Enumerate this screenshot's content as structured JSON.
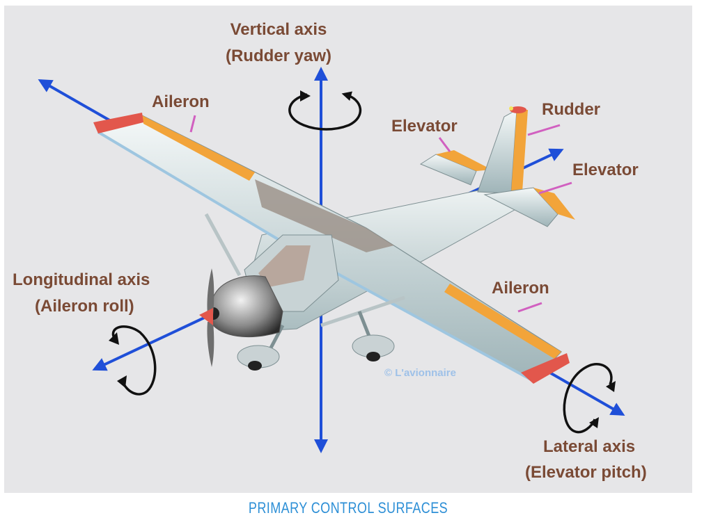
{
  "labels": {
    "vertical_axis": "Vertical axis",
    "vertical_axis_sub": "(Rudder yaw)",
    "aileron_left": "Aileron",
    "aileron_right": "Aileron",
    "elevator_left": "Elevator",
    "elevator_right": "Elevator",
    "rudder": "Rudder",
    "longitudinal_axis": "Longitudinal axis",
    "longitudinal_axis_sub": "(Aileron roll)",
    "lateral_axis": "Lateral axis",
    "lateral_axis_sub": "(Elevator pitch)"
  },
  "watermark": "© L'avionnaire",
  "caption": "PRIMARY CONTROL SURFACES",
  "colors": {
    "axis": "#1f4fd8",
    "label_text": "#7a4a35",
    "leader_line": "#d160c0",
    "control_surface": "#f2a43a",
    "caption": "#2d8fd6",
    "background": "#e6e6e8"
  }
}
